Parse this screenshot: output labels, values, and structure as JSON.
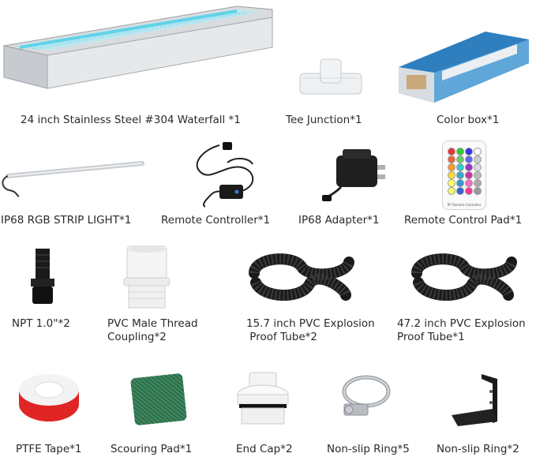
{
  "items": [
    {
      "label": "24 inch Stainless Steel #304 Waterfall *1"
    },
    {
      "label": "Tee Junction*1"
    },
    {
      "label": "Color box*1"
    },
    {
      "label": "IP68 RGB STRIP LIGHT*1"
    },
    {
      "label": "Remote Controller*1"
    },
    {
      "label": "IP68 Adapter*1"
    },
    {
      "label": "Remote Control Pad*1"
    },
    {
      "label": "NPT 1.0\"*2"
    },
    {
      "label": "PVC Male Thread\nCoupling*2"
    },
    {
      "label": "15.7 inch PVC Explosion\n Proof Tube*2"
    },
    {
      "label": "47.2 inch PVC Explosion\nProof Tube*1"
    },
    {
      "label": "PTFE Tape*1"
    },
    {
      "label": "Scouring Pad*1"
    },
    {
      "label": "End Cap*2"
    },
    {
      "label": "Non-slip Ring*5"
    },
    {
      "label": "Non-slip Ring*2"
    }
  ],
  "remote_pad_title": "RF Remote Controller"
}
